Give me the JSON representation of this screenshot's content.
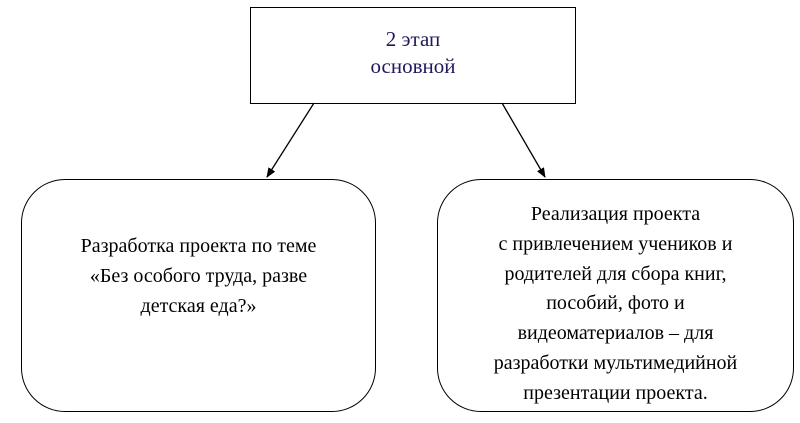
{
  "stage": {
    "line1": "2 этап",
    "line2": "основной"
  },
  "left_box": {
    "text": "Разработка проекта по теме\n«Без особого труда, разве\nдетская еда?»"
  },
  "right_box": {
    "text": "Реализация проекта\nс привлечением учеников и\nродителей для сбора книг,\nпособий, фото и\nвидеоматериалов – для\nразработки мультимедийной\nпрезентации проекта."
  },
  "colors": {
    "title_text": "#1f1a5c",
    "border": "#000000",
    "text": "#000000"
  }
}
